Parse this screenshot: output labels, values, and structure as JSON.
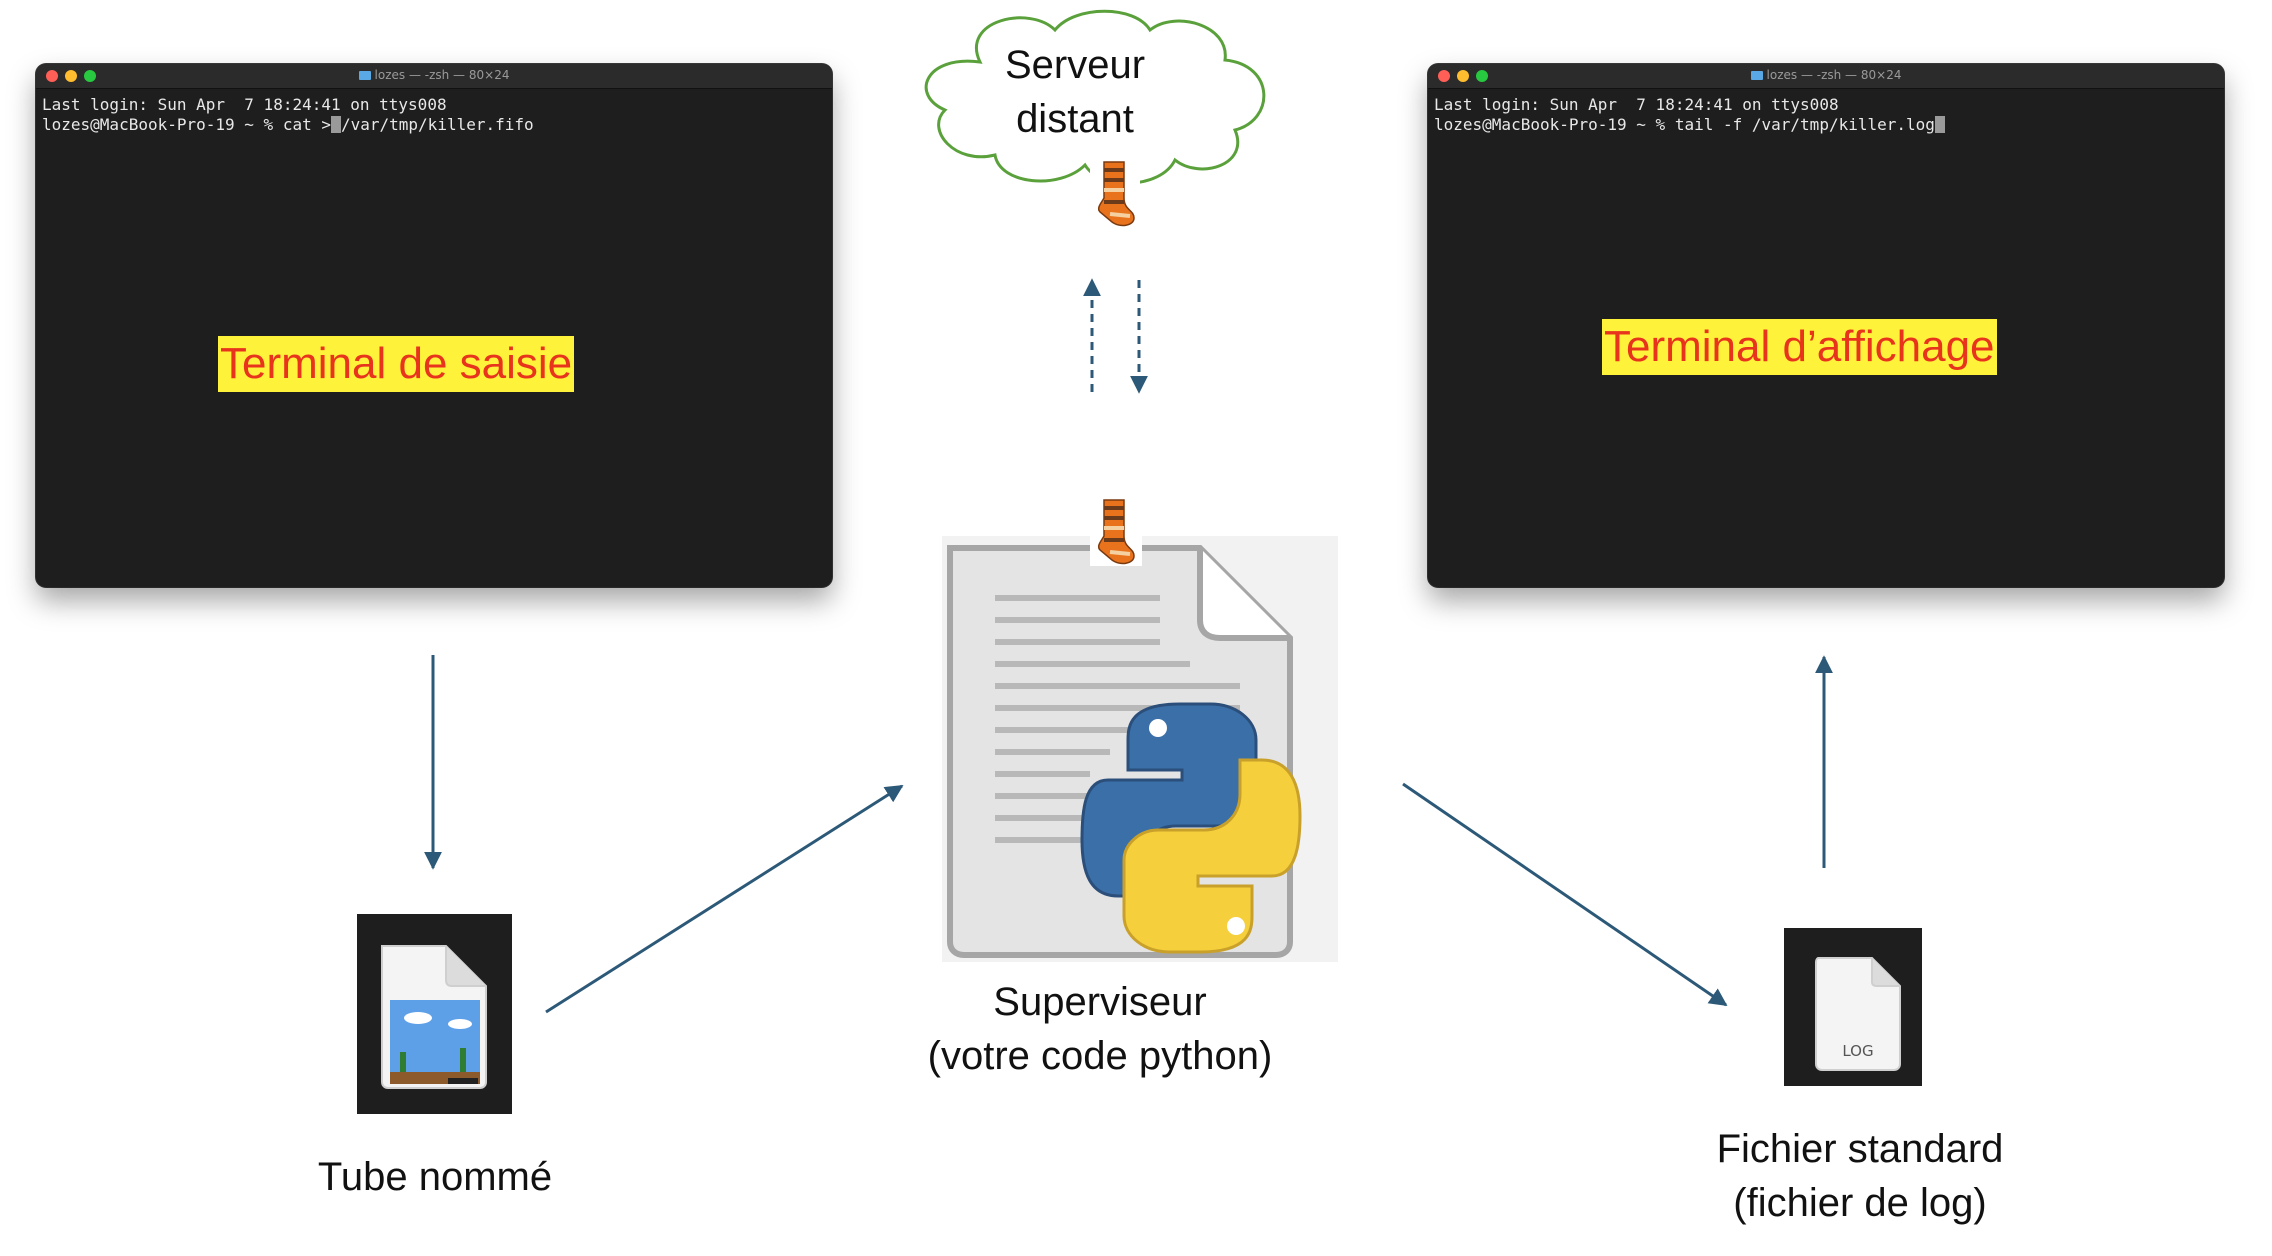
{
  "terminals": {
    "input": {
      "title": "lozes — -zsh — 80×24",
      "line1": "Last login: Sun Apr  7 18:24:41 on ttys008",
      "line2_prefix": "lozes@MacBook-Pro-19 ~ % cat >",
      "line2_suffix": "/var/tmp/killer.fifo",
      "label": "Terminal de saisie"
    },
    "output": {
      "title": "lozes — -zsh — 80×24",
      "line1": "Last login: Sun Apr  7 18:24:41 on ttys008",
      "line2_prefix": "lozes@MacBook-Pro-19 ~ % tail -f /var/tmp/killer.log",
      "label": "Terminal d’affichage"
    }
  },
  "server": {
    "line1": "Serveur",
    "line2": "distant"
  },
  "supervisor": {
    "line1": "Superviseur",
    "line2": "(votre code python)"
  },
  "named_pipe": {
    "label": "Tube nommé"
  },
  "log_file": {
    "line1": "Fichier standard",
    "line2": "(fichier de log)",
    "badge": "LOG"
  },
  "colors": {
    "arrow": "#2d5978",
    "cloud_stroke": "#5aa13c",
    "label_bg": "#fff23a",
    "label_text": "#e8341c",
    "terminal_bg": "#1e1e1e"
  },
  "icons": [
    "sock-icon",
    "python-file-icon",
    "fifo-file-icon",
    "log-file-icon",
    "cloud-icon"
  ]
}
